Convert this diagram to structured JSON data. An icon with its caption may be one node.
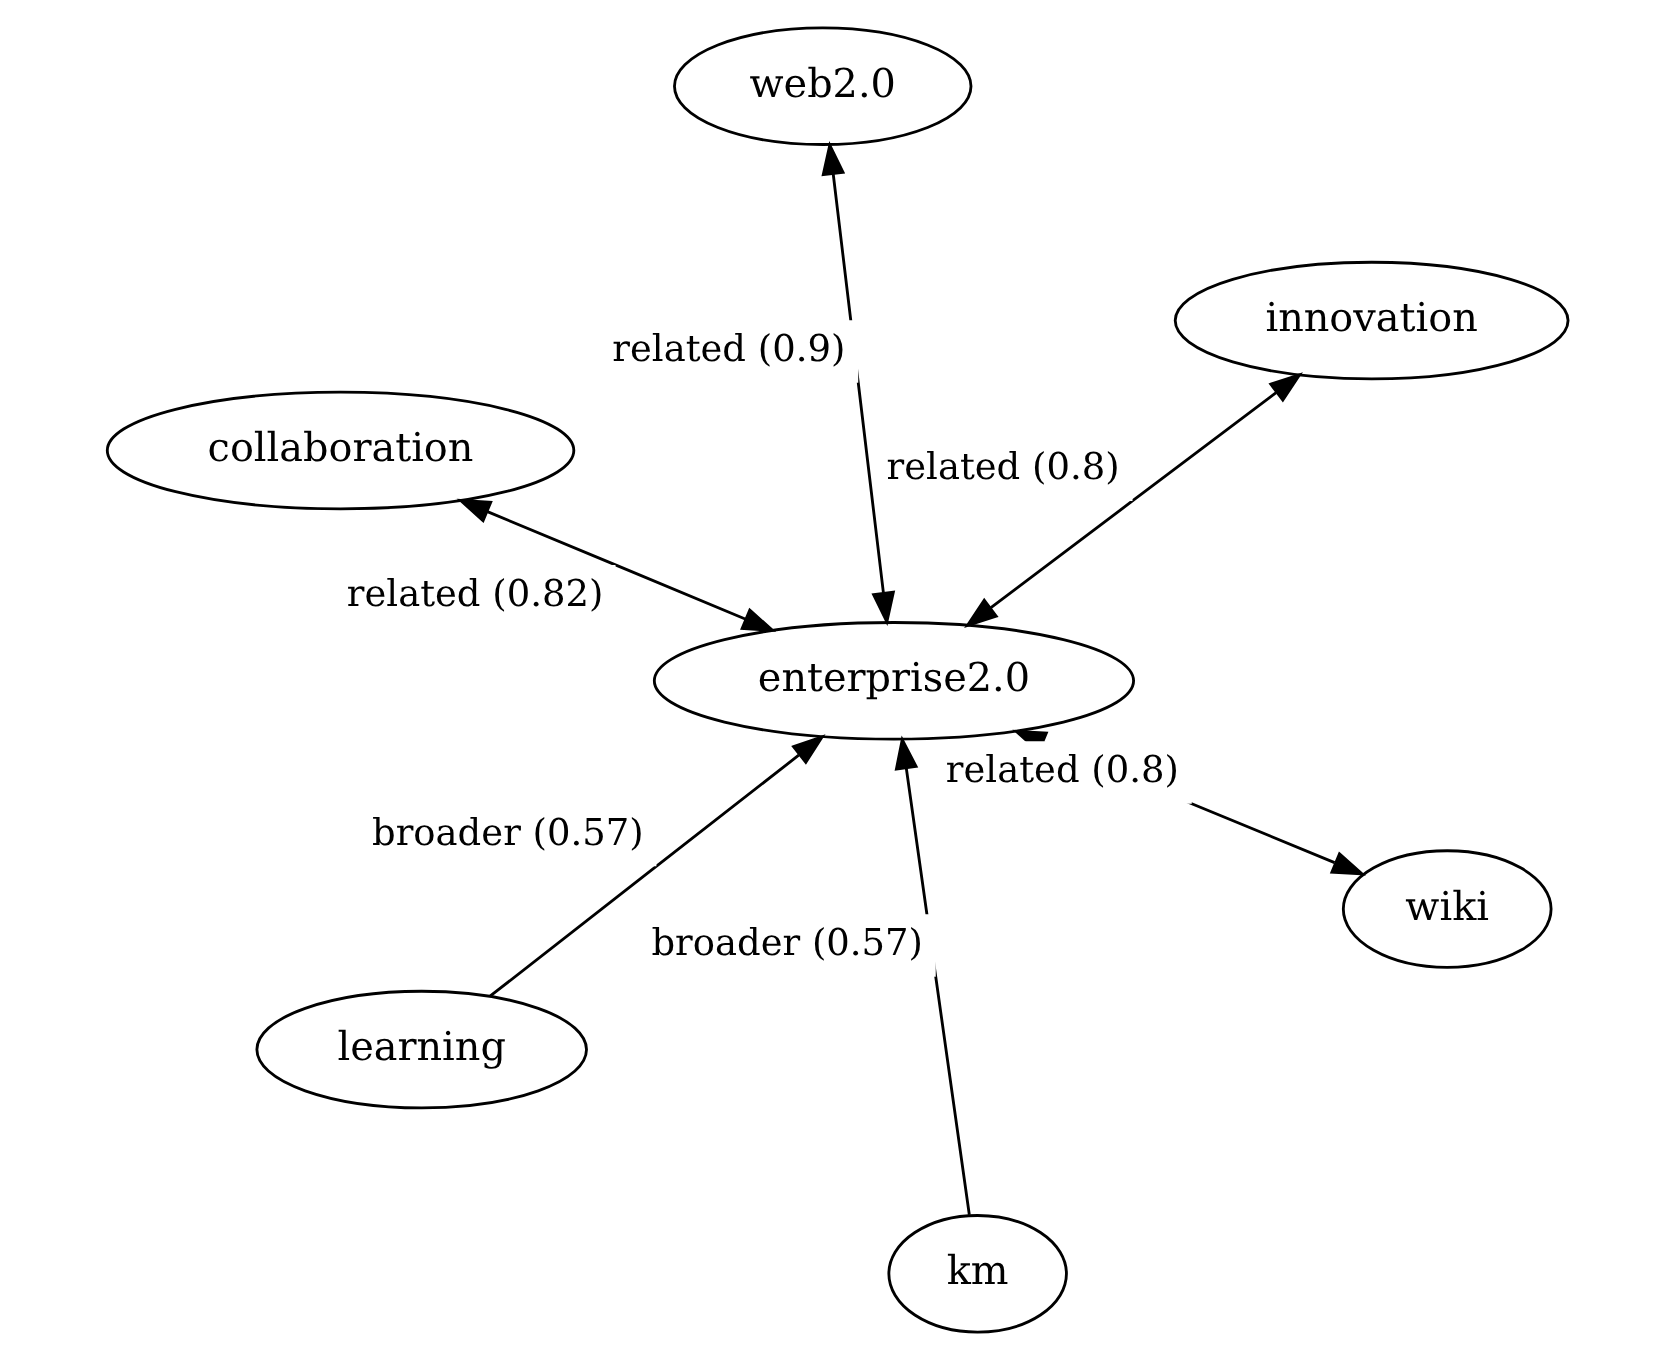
{
  "diagram": {
    "nodes": [
      {
        "text": [
          "collaboration"
        ]
      },
      {
        "text": [
          "wiki"
        ]
      },
      {
        "text": [
          "km"
        ]
      },
      {
        "text": [
          "enterprise2.0"
        ]
      },
      {
        "text": [
          "innovation"
        ]
      },
      {
        "text": [
          "web2.0"
        ]
      },
      {
        "text": [
          "learning"
        ]
      }
    ],
    "edges": [
      {
        "from": 0,
        "to": 3,
        "arrow": "both",
        "label": "related (0.82)"
      },
      {
        "from": 1,
        "to": 3,
        "arrow": "both",
        "label": "related (0.8)"
      },
      {
        "from": 2,
        "to": 3,
        "arrow": "to",
        "label": "broader (0.57)"
      },
      {
        "from": 3,
        "to": 4,
        "arrow": "both",
        "label": "related (0.8)"
      },
      {
        "from": 3,
        "to": 5,
        "arrow": "both",
        "label": "related (0.9)"
      },
      {
        "from": 6,
        "to": 3,
        "arrow": "to",
        "label": "broader (0.57)"
      }
    ]
  }
}
